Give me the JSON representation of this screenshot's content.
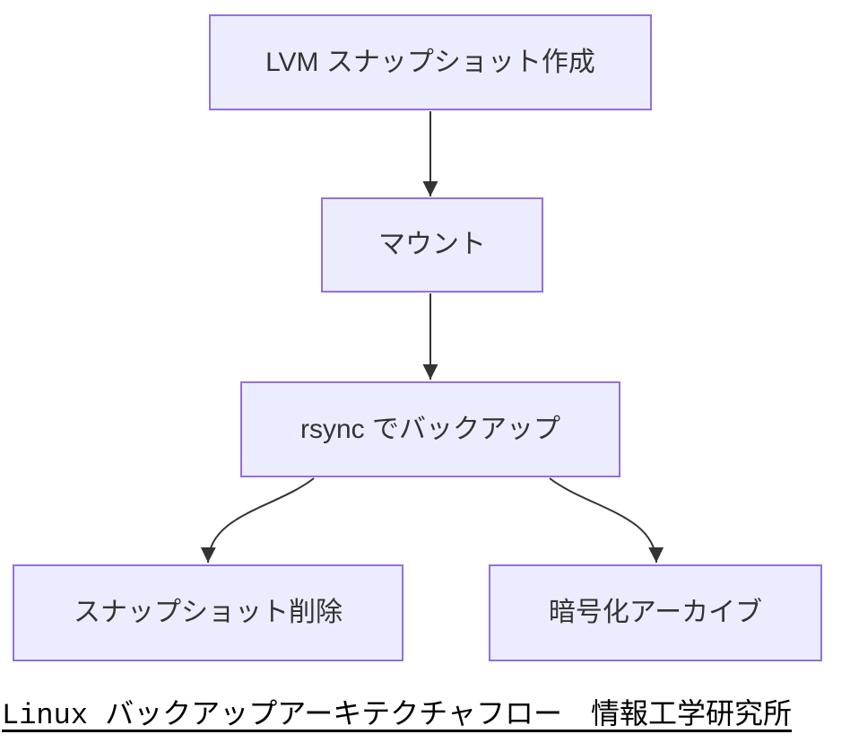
{
  "diagram": {
    "type": "flowchart-top-down",
    "nodes": [
      {
        "id": "A",
        "label": "LVM スナップショット作成"
      },
      {
        "id": "B",
        "label": "マウント"
      },
      {
        "id": "C",
        "label": "rsync でバックアップ"
      },
      {
        "id": "D",
        "label": "スナップショット削除"
      },
      {
        "id": "E",
        "label": "暗号化アーカイブ"
      }
    ],
    "edges": [
      {
        "from": "LVM スナップショット作成",
        "to": "マウント"
      },
      {
        "from": "マウント",
        "to": "rsync でバックアップ"
      },
      {
        "from": "rsync でバックアップ",
        "to": "スナップショット削除"
      },
      {
        "from": "rsync でバックアップ",
        "to": "暗号化アーカイブ"
      }
    ],
    "caption": "Linux バックアップアーキテクチャフロー　情報工学研究所",
    "colors": {
      "node_fill": "#ECECFF",
      "node_border": "#9370DB",
      "node_text": "#333333",
      "edge_line": "#333333",
      "caption_text": "#000000",
      "background": "#FFFFFF"
    }
  }
}
